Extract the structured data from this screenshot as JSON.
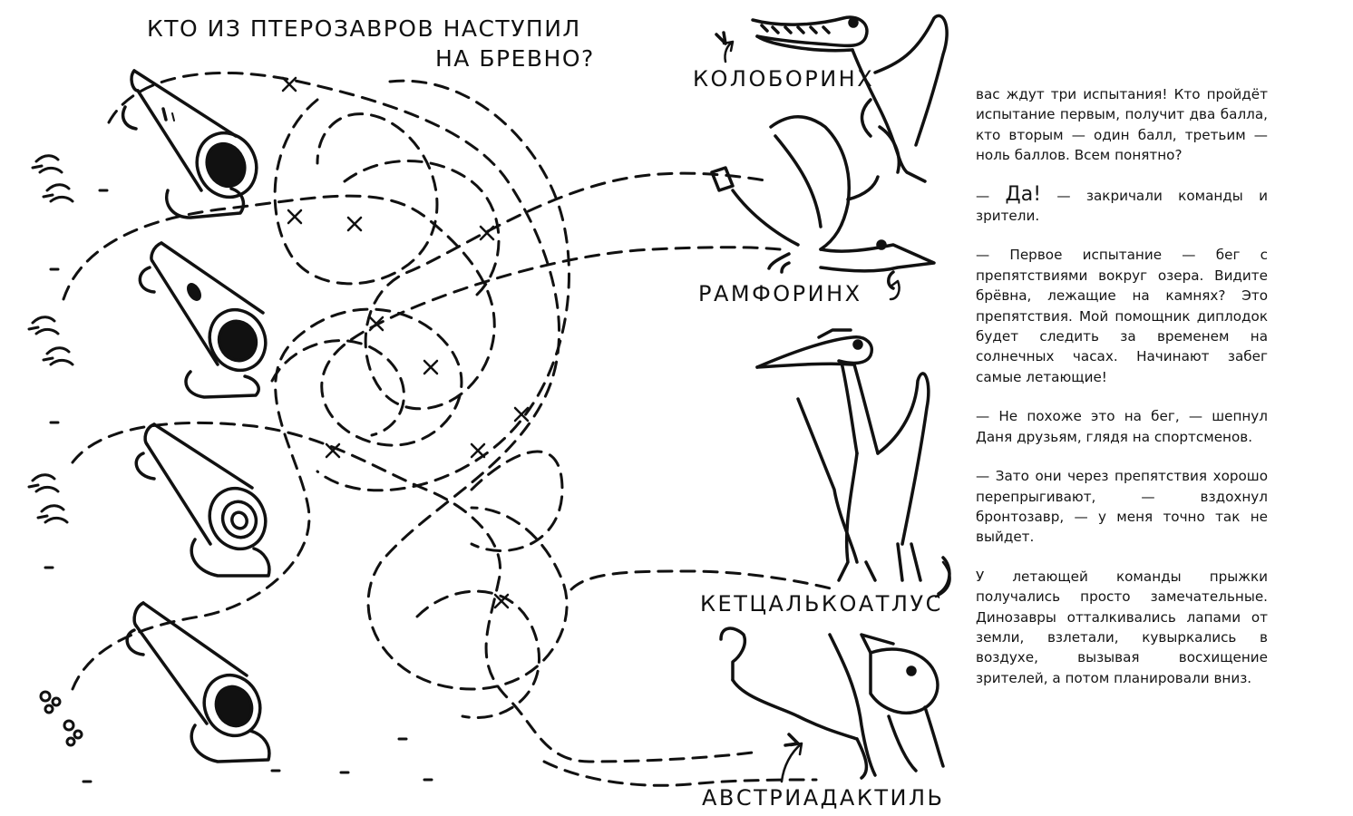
{
  "puzzle": {
    "title_line1": "КТО ИЗ ПТЕРОЗАВРОВ НАСТУПИЛ",
    "title_line2": "НА БРЕВНО?"
  },
  "dinosaurs": [
    {
      "name": "КОЛОБОРИНХ"
    },
    {
      "name": "РАМФОРИНХ"
    },
    {
      "name": "КЕТЦАЛЬКОАТЛУС"
    },
    {
      "name": "АВСТРИАДАКТИЛЬ"
    }
  ],
  "story": {
    "p1": "вас ждут три испытания! Кто пройдёт испытание первым, получит два балла, кто вторым — один балл, третьим — ноль баллов. Всем понятно?",
    "p2_dash": "— ",
    "p2_big": "Да!",
    "p2_rest": " — закричали команды и зрители.",
    "p3": "— Первое испытание — бег с препятствиями вокруг озера. Видите брёвна, лежащие на камнях? Это препятствия. Мой помощник диплодок будет следить за временем на солнечных часах. Начинают забег самые летающие!",
    "p4": "— Не похоже это на бег, — шепнул Даня друзьям, глядя на спортсменов.",
    "p5": "— Зато они через препятствия хорошо перепрыгивают, — вздохнул бронтозавр, — у меня точно так не выйдет.",
    "p6": "У летающей команды прыжки получались просто замечательные. Динозавры отталкивались лапами от земли, взлетали, кувыркались в воздухе, вызывая восхищение зрителей, а потом планировали вниз."
  },
  "colors": {
    "ink": "#111111",
    "paper": "#ffffff"
  }
}
